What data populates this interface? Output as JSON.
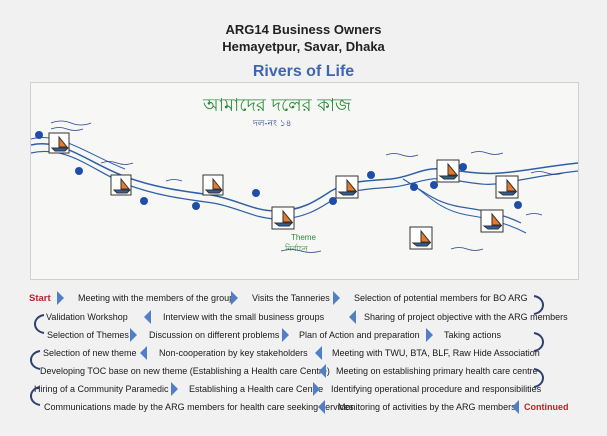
{
  "header": {
    "title_line1": "ARG14 Business Owners",
    "title_line2": "Hemayetpur, Savar, Dhaka",
    "subtitle": "Rivers of Life"
  },
  "photo": {
    "handwritten_title": "আমাদের দলের কাজ",
    "handwritten_sub": "দল-নং ১৪",
    "theme_label_1": "Theme",
    "theme_label_2": "নির্বাচন"
  },
  "flow": {
    "start": "Start",
    "continued": "Continued",
    "row1": [
      "Meeting with the members of the group",
      "Visits the Tanneries",
      "Selection of potential members for BO ARG"
    ],
    "row2": [
      "Validation Workshop",
      "Interview with the small business groups",
      "Sharing of project objective with the ARG members"
    ],
    "row3": [
      "Selection of Themes",
      "Discussion on different problems",
      "Plan of Action and preparation",
      "Taking actions"
    ],
    "row4": [
      "Selection of new theme",
      "Non-cooperation by key stakeholders",
      "Meeting with TWU, BTA, BLF, Raw Hide Association"
    ],
    "row5": [
      "Developing TOC base on new theme (Establishing a Health care Centre)",
      "Meeting on establishing primary health care centre"
    ],
    "row6": [
      "Hiring of a Community Paramedic",
      "Establishing a Health care Centre",
      "Identifying operational procedure and responsibilities"
    ],
    "row7": [
      "Communications made by the ARG members for health care seeking services",
      "Monitoring of activities by the ARG members"
    ]
  },
  "colors": {
    "title_blue": "#3e66b0",
    "chevron": "#4f7fc7",
    "red": "#c0202a",
    "river": "#2f5fa7",
    "dot": "#1f4ea8"
  }
}
